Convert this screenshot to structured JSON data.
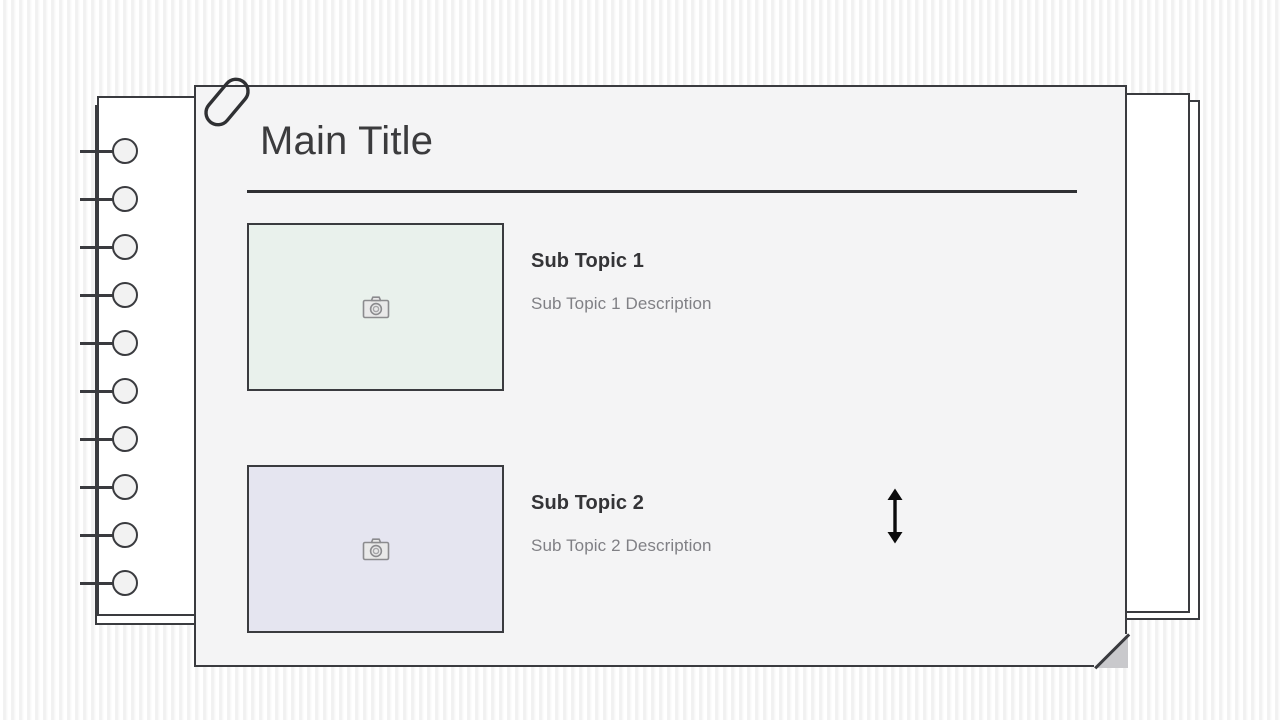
{
  "background": {
    "pattern": "vertical-stripes",
    "base_color": "#ffffff",
    "stripe_color": "#f0f0f0"
  },
  "notebook": {
    "ring_count": 10,
    "cover_color": "#ffffff",
    "outline_color": "#3a3b3f"
  },
  "back_pages": {
    "count": 2,
    "color": "#ffffff"
  },
  "slide": {
    "title": "Main Title",
    "card_color": "#f4f4f5",
    "outline_color": "#3a3b3f",
    "rule_color": "#2f3033",
    "fold_corner_color": "#c9c9cc",
    "paperclip_icon": "paperclip-icon",
    "topics": [
      {
        "heading": "Sub Topic 1",
        "description": "Sub Topic 1 Description",
        "thumb_color": "#e9f1ec",
        "thumb_icon": "camera-icon"
      },
      {
        "heading": "Sub Topic 2",
        "description": "Sub Topic 2 Description",
        "thumb_color": "#e5e5f0",
        "thumb_icon": "camera-icon"
      }
    ],
    "resize_handle_icon": "up-down-arrow-icon"
  }
}
